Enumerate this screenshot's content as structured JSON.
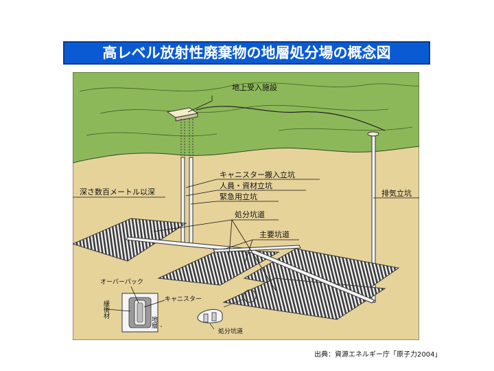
{
  "title": "高レベル放射性廃棄物の地層処分場の概念図",
  "labels": {
    "surface_facility": "地上受入施設",
    "canister_shaft": "キャニスター搬入立坑",
    "personnel_shaft": "人員・資材立坑",
    "emergency_shaft": "緊急用立坑",
    "disposal_tunnel": "処分坑道",
    "main_tunnel": "主要坑道",
    "depth": "深さ数百メートル以深",
    "exhaust_shaft": "排気立坑"
  },
  "inset": {
    "overpack": "オーバーパック",
    "canister": "キャニスター",
    "buffer_material": "緩衝材",
    "geology": "地層",
    "disposal_tunnel_small": "処分坑道"
  },
  "source": "出典：資源エネルギー庁「原子力2004」",
  "colors": {
    "title_bg": "#0a5bd3",
    "ground": "#8db85a",
    "earth": "#e6d39a"
  }
}
